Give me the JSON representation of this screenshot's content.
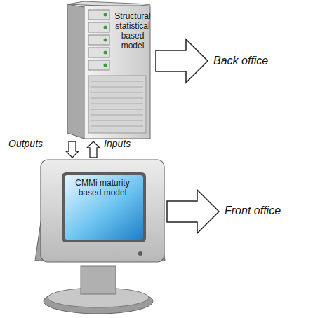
{
  "diagram": {
    "nodes": [
      {
        "text": [
          "Structural statistical based model"
        ]
      },
      {
        "text": [
          "CMMi maturity based model"
        ]
      }
    ],
    "edges": [
      {
        "from": 0,
        "to": 1,
        "label": "Outputs",
        "arrow": "to"
      },
      {
        "from": 1,
        "to": 0,
        "label": "Inputs",
        "arrow": "to"
      }
    ],
    "labels": [
      "Back office",
      "Front office"
    ]
  }
}
